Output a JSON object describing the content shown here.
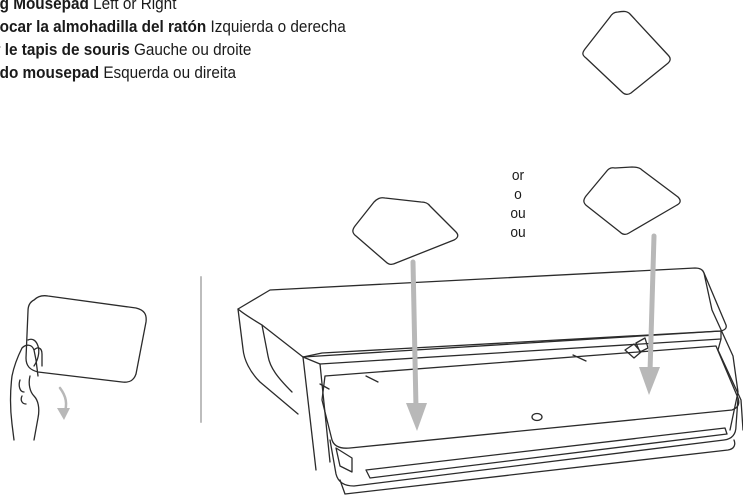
{
  "instructions": [
    {
      "bold": "ing Mousepad",
      "rest": " Left or Right"
    },
    {
      "bold": "olocar la almohadilla del ratón",
      "rest": " Izquierda o derecha"
    },
    {
      "bold": "er le tapis de souris",
      "rest": " Gauche ou droite"
    },
    {
      "bold": "o do mousepad",
      "rest": " Esquerda ou direita"
    }
  ],
  "or_words": [
    "or",
    "o",
    "ou",
    "ou"
  ],
  "colors": {
    "line": "#2b2b2b",
    "arrow": "#b8b8b8",
    "divider": "#bdbdbd"
  }
}
